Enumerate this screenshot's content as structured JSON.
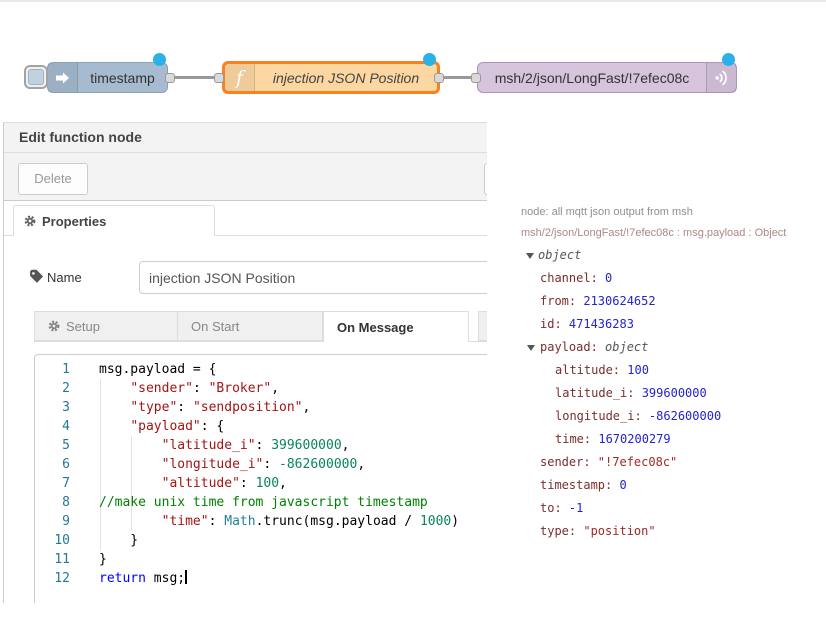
{
  "flow": {
    "inject_node": {
      "label": "timestamp",
      "color": "#a6bbcf",
      "icon": "arrow-in-icon"
    },
    "function_node": {
      "label": "injection JSON Position",
      "color": "#fcd7a1",
      "selected_border": "#f8821f",
      "icon": "function-f-icon",
      "icon_glyph": "f"
    },
    "mqtt_node": {
      "label": "msh/2/json/LongFast/!7efec08c",
      "color": "#d6c4dd",
      "icon": "wifi-broadcast-icon"
    },
    "changed_dot_color": "#2ab1e8"
  },
  "dialog": {
    "title": "Edit function node",
    "delete_label": "Delete",
    "properties_tab": "Properties",
    "name_label": "Name",
    "name_value": "injection JSON Position",
    "tabs": [
      {
        "label": "Setup",
        "icon": "gear-icon",
        "active": false
      },
      {
        "label": "On Start",
        "active": false
      },
      {
        "label": "On Message",
        "active": true
      }
    ]
  },
  "editor": {
    "lines": [
      {
        "n": 1,
        "tokens": [
          {
            "c": "def",
            "t": "msg.payload = {"
          }
        ]
      },
      {
        "n": 2,
        "tokens": [
          {
            "c": "def",
            "t": "    "
          },
          {
            "c": "str",
            "t": "\"sender\""
          },
          {
            "c": "def",
            "t": ": "
          },
          {
            "c": "str",
            "t": "\"Broker\""
          },
          {
            "c": "def",
            "t": ","
          }
        ]
      },
      {
        "n": 3,
        "tokens": [
          {
            "c": "def",
            "t": "    "
          },
          {
            "c": "str",
            "t": "\"type\""
          },
          {
            "c": "def",
            "t": ": "
          },
          {
            "c": "str",
            "t": "\"sendposition\""
          },
          {
            "c": "def",
            "t": ","
          }
        ]
      },
      {
        "n": 4,
        "tokens": [
          {
            "c": "def",
            "t": "    "
          },
          {
            "c": "str",
            "t": "\"payload\""
          },
          {
            "c": "def",
            "t": ": {"
          }
        ]
      },
      {
        "n": 5,
        "tokens": [
          {
            "c": "def",
            "t": "        "
          },
          {
            "c": "str",
            "t": "\"latitude_i\""
          },
          {
            "c": "def",
            "t": ": "
          },
          {
            "c": "num",
            "t": "399600000"
          },
          {
            "c": "def",
            "t": ","
          }
        ]
      },
      {
        "n": 6,
        "tokens": [
          {
            "c": "def",
            "t": "        "
          },
          {
            "c": "str",
            "t": "\"longitude_i\""
          },
          {
            "c": "def",
            "t": ": "
          },
          {
            "c": "num",
            "t": "-862600000"
          },
          {
            "c": "def",
            "t": ","
          }
        ]
      },
      {
        "n": 7,
        "tokens": [
          {
            "c": "def",
            "t": "        "
          },
          {
            "c": "str",
            "t": "\"altitude\""
          },
          {
            "c": "def",
            "t": ": "
          },
          {
            "c": "num",
            "t": "100"
          },
          {
            "c": "def",
            "t": ","
          }
        ]
      },
      {
        "n": 8,
        "tokens": [
          {
            "c": "cmt",
            "t": "//make unix time from javascript timestamp"
          }
        ]
      },
      {
        "n": 9,
        "tokens": [
          {
            "c": "def",
            "t": "        "
          },
          {
            "c": "str",
            "t": "\"time\""
          },
          {
            "c": "def",
            "t": ": "
          },
          {
            "c": "cls",
            "t": "Math"
          },
          {
            "c": "def",
            "t": ".trunc(msg.payload / "
          },
          {
            "c": "num",
            "t": "1000"
          },
          {
            "c": "def",
            "t": ")"
          }
        ]
      },
      {
        "n": 10,
        "tokens": [
          {
            "c": "def",
            "t": "    }"
          }
        ]
      },
      {
        "n": 11,
        "tokens": [
          {
            "c": "def",
            "t": "}"
          }
        ]
      },
      {
        "n": 12,
        "tokens": [
          {
            "c": "kw",
            "t": "return"
          },
          {
            "c": "def",
            "t": " msg;"
          }
        ],
        "cursor": true
      }
    ]
  },
  "debug": {
    "meta_node": "node: all mqtt json output from msh",
    "meta_topic": "msh/2/json/LongFast/!7efec08c : msg.payload : Object",
    "rows": [
      {
        "indent": 0,
        "arrow": true,
        "value": "object",
        "vtype": "type"
      },
      {
        "indent": 1,
        "key": "channel: ",
        "value": "0",
        "vtype": "num"
      },
      {
        "indent": 1,
        "key": "from: ",
        "value": "2130624652",
        "vtype": "num"
      },
      {
        "indent": 1,
        "key": "id: ",
        "value": "471436283",
        "vtype": "num"
      },
      {
        "indent": 1,
        "arrow": true,
        "key": "payload: ",
        "value": "object",
        "vtype": "type"
      },
      {
        "indent": 2,
        "key": "altitude: ",
        "value": "100",
        "vtype": "num"
      },
      {
        "indent": 2,
        "key": "latitude_i: ",
        "value": "399600000",
        "vtype": "num"
      },
      {
        "indent": 2,
        "key": "longitude_i: ",
        "value": "-862600000",
        "vtype": "num"
      },
      {
        "indent": 2,
        "key": "time: ",
        "value": "1670200279",
        "vtype": "num"
      },
      {
        "indent": 1,
        "key": "sender: ",
        "value": "\"!7efec08c\"",
        "vtype": "str"
      },
      {
        "indent": 1,
        "key": "timestamp: ",
        "value": "0",
        "vtype": "num"
      },
      {
        "indent": 1,
        "key": "to: ",
        "value": "-1",
        "vtype": "num"
      },
      {
        "indent": 1,
        "key": "type: ",
        "value": "\"position\"",
        "vtype": "str"
      }
    ]
  }
}
